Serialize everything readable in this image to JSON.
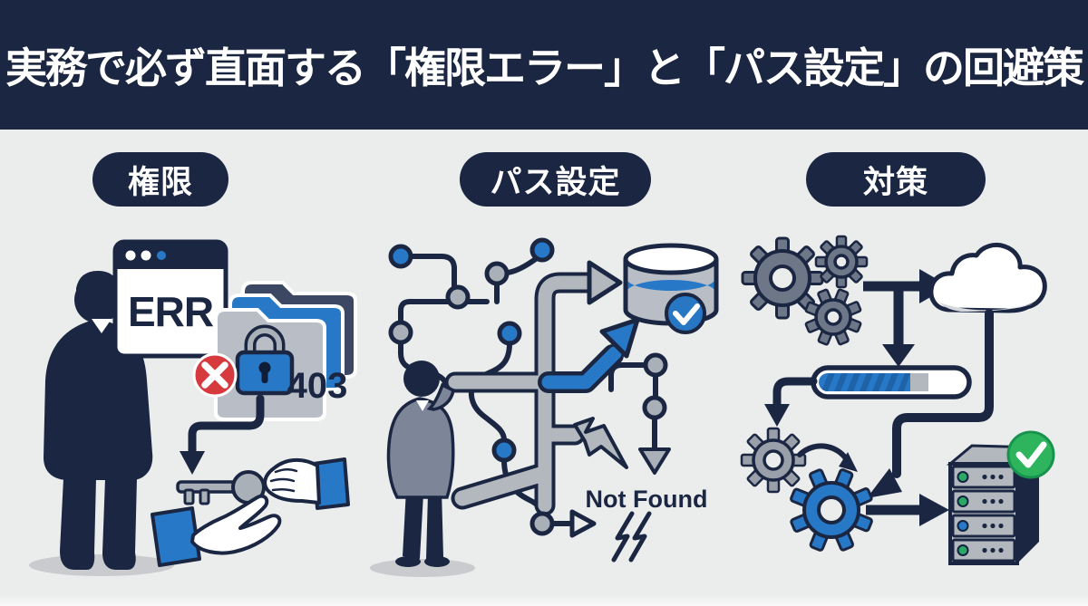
{
  "header": {
    "title": "実務で必ず直面する「権限エラー」と「パス設定」の回避策"
  },
  "columns": [
    {
      "id": "permission",
      "label": "権限",
      "texts": {
        "browser_error": "ERR",
        "http_code": "403"
      },
      "icons": [
        "person-silhouette",
        "browser-error-window",
        "folder-stack",
        "padlock-icon",
        "red-cross-badge",
        "down-arrow",
        "key-icon",
        "handover-hands"
      ]
    },
    {
      "id": "path-config",
      "label": "パス設定",
      "texts": {
        "error": "Not Found"
      },
      "icons": [
        "thinking-person",
        "tangled-path-maze",
        "path-nodes",
        "gray-route-arrow",
        "blue-route-arrow",
        "database-icon",
        "blue-check-badge",
        "lightning-bolt",
        "down-arrowhead",
        "right-arrowhead"
      ]
    },
    {
      "id": "countermeasure",
      "label": "対策",
      "texts": {},
      "icons": [
        "gear-cluster",
        "right-arrow",
        "down-arrow",
        "cloud-icon",
        "progress-bar",
        "elbow-arrow",
        "gray-gear",
        "blue-gear",
        "rotation-arrow",
        "server-rack",
        "green-check-badge"
      ]
    }
  ],
  "colors": {
    "navy": "#1b2742",
    "blue": "#2878c8",
    "light_blue_check": "#2777c4",
    "gray": "#aab0b8",
    "slate_gear": "#6e7787",
    "red": "#d63a3f",
    "green": "#2db45c",
    "background": "#ebecec",
    "white": "#ffffff"
  }
}
